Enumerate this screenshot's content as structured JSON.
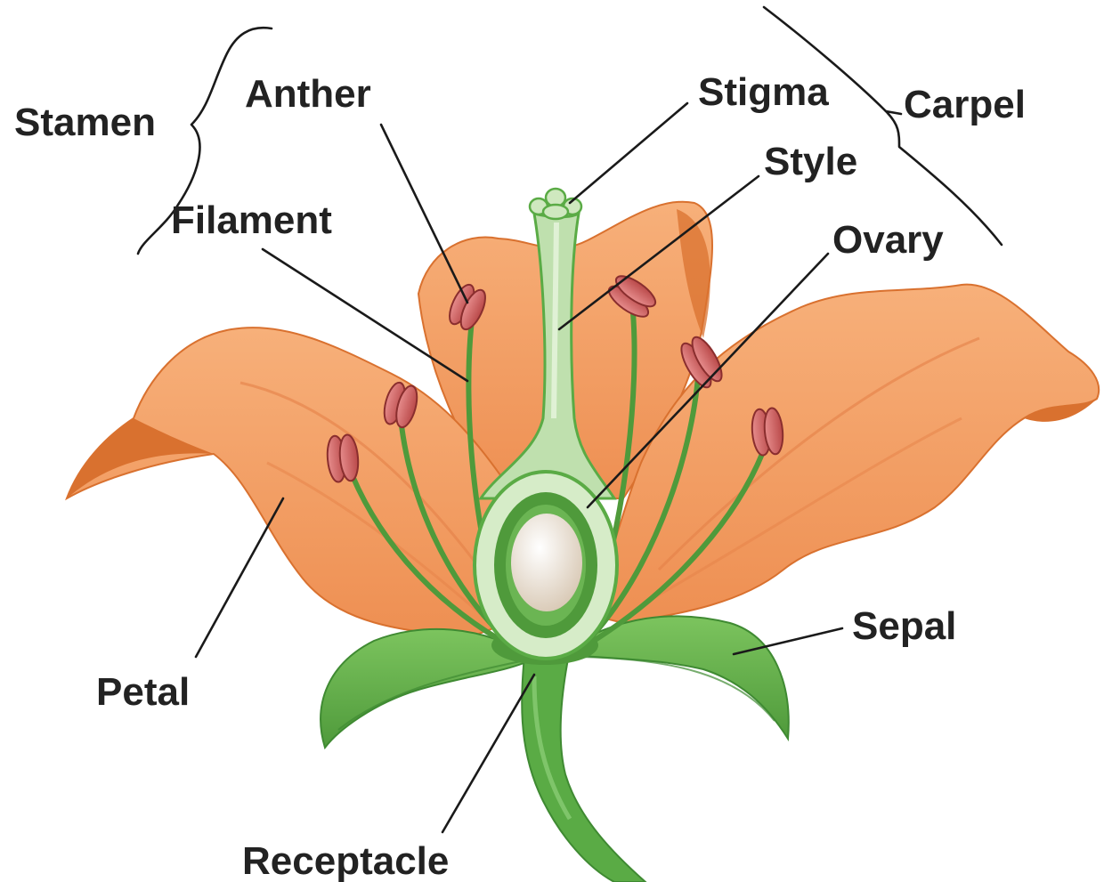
{
  "labels": {
    "stamen": "Stamen",
    "anther": "Anther",
    "filament": "Filament",
    "stigma": "Stigma",
    "carpel": "Carpel",
    "style": "Style",
    "ovary": "Ovary",
    "petal": "Petal",
    "sepal": "Sepal",
    "receptacle": "Receptacle"
  },
  "colors": {
    "petal": "#f29c63",
    "petal_shadow": "#d9712f",
    "petal_highlight": "#f8c29a",
    "stem": "#5aab45",
    "stem_dark": "#3f8a32",
    "carpel": "#bfe0ae",
    "anther": "#c85a5a",
    "ovule": "#efe4d6"
  }
}
